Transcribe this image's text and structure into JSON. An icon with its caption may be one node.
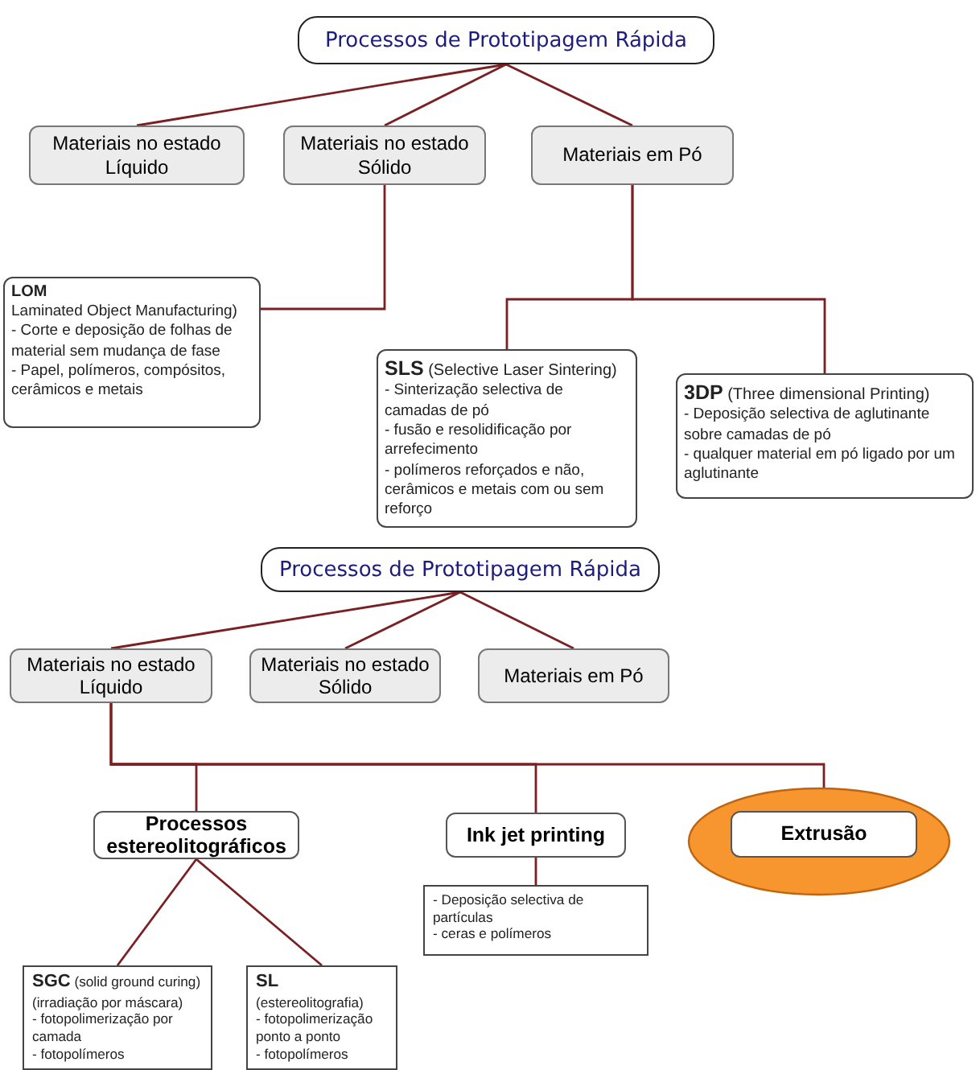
{
  "diagram": {
    "nodes": [
      {
        "text": [
          "Processos de Prototipagem Rápida"
        ]
      },
      {
        "text": [
          "Materiais no estado Líquido"
        ]
      },
      {
        "text": [
          "Materiais no estado Sólido"
        ]
      },
      {
        "text": [
          "Materiais em Pó"
        ]
      },
      {
        "text": [
          "LOM",
          "Laminated Object Manufacturing)",
          "- Corte e deposição de folhas de material sem mudança de fase",
          "- Papel, polímeros, compósitos, cerâmicos e metais"
        ]
      },
      {
        "text": [
          "**SLS** (Selective Laser Sintering)",
          "- Sinterização selectiva de camadas de pó",
          "- fusão e resolidificação por arrefecimento",
          "- polímeros reforçados e não, cerâmicos e metais com ou sem reforço"
        ]
      },
      {
        "text": [
          "**3DP** (Three dimensional Printing)",
          "- Deposição selectiva de aglutinante sobre camadas de pó",
          "- qualquer material em pó ligado por um aglutinante"
        ]
      },
      {
        "text": [
          "Processos de Prototipagem Rápida"
        ]
      },
      {
        "text": [
          "Materiais no estado Líquido"
        ]
      },
      {
        "text": [
          "Materiais no estado Sólido"
        ]
      },
      {
        "text": [
          "Materiais em Pó"
        ]
      },
      {
        "text": [
          "Processos estereolitográficos"
        ]
      },
      {
        "text": [
          "Ink jet printing"
        ]
      },
      {
        "text": [],
        "shape": "ellipse"
      },
      {
        "text": [
          "Extrusão"
        ],
        "in": 13
      },
      {
        "text": [
          "- Deposição selectiva de partículas",
          "- ceras e polímeros"
        ]
      },
      {
        "text": [
          "**SGC** (solid ground curing) (irradiação por máscara)",
          "- fotopolimerização por camada",
          "- fotopolímeros"
        ]
      },
      {
        "text": [
          "**SL** (estereolitografia)",
          "- fotopolimerização ponto a ponto",
          "- fotopolímeros"
        ]
      }
    ],
    "edges": [
      {
        "from": 0,
        "to": 1,
        "arrow": "none"
      },
      {
        "from": 0,
        "to": 2,
        "arrow": "none"
      },
      {
        "from": 0,
        "to": 3,
        "arrow": "none"
      },
      {
        "from": 2,
        "to": 4,
        "arrow": "none"
      },
      {
        "from": 3,
        "to": 5,
        "arrow": "none"
      },
      {
        "from": 3,
        "to": 6,
        "arrow": "none"
      },
      {
        "from": 7,
        "to": 8,
        "arrow": "none"
      },
      {
        "from": 7,
        "to": 9,
        "arrow": "none"
      },
      {
        "from": 7,
        "to": 10,
        "arrow": "none"
      },
      {
        "from": 8,
        "to": 11,
        "arrow": "none"
      },
      {
        "from": 8,
        "to": 12,
        "arrow": "none"
      },
      {
        "from": 8,
        "to": 14,
        "arrow": "none"
      },
      {
        "from": 11,
        "to": 16,
        "arrow": "none"
      },
      {
        "from": 11,
        "to": 17,
        "arrow": "none"
      },
      {
        "from": 12,
        "to": 15,
        "arrow": "none"
      }
    ]
  }
}
